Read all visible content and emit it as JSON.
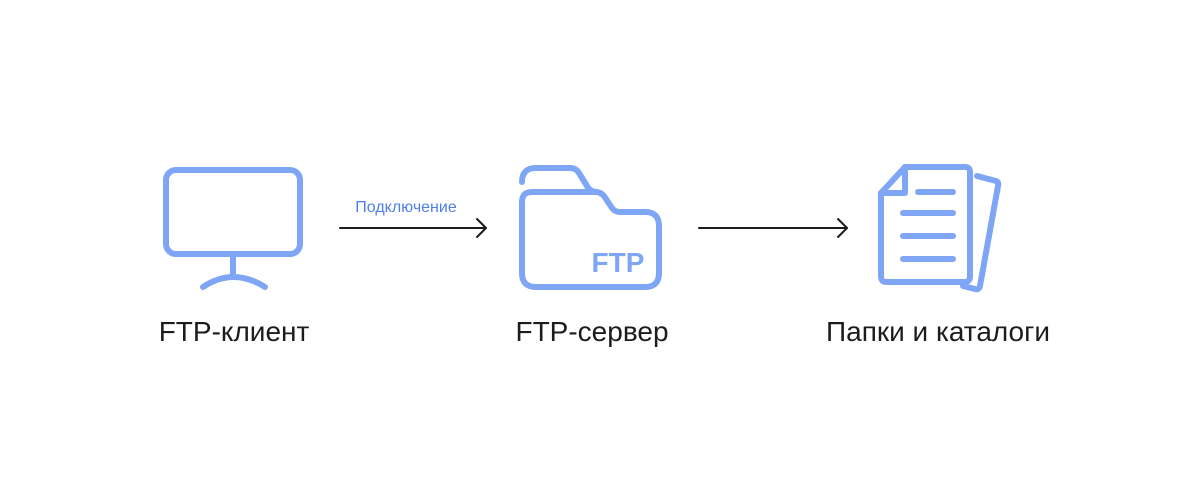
{
  "nodes": {
    "client": {
      "label": "FTP-клиент",
      "icon": "monitor-icon"
    },
    "server": {
      "label": "FTP-сервер",
      "icon": "folder-icon",
      "badge": "FTP"
    },
    "storage": {
      "label": "Папки и каталоги",
      "icon": "documents-icon"
    }
  },
  "edges": {
    "client_to_server": {
      "label": "Подключение"
    },
    "server_to_storage": {
      "label": ""
    }
  },
  "colors": {
    "accent": "#7ea6f5",
    "accent_text": "#4f7fe8",
    "arrow": "#1c1c1c",
    "label_text": "#1c1c1c",
    "background": "#ffffff"
  }
}
